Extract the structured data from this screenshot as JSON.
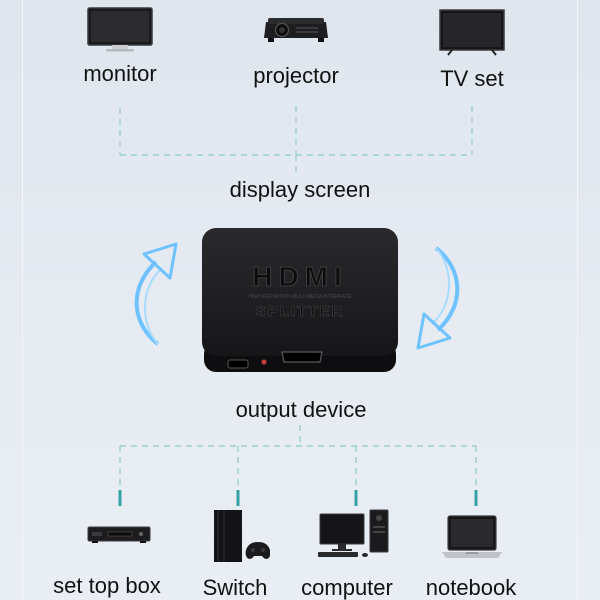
{
  "colors": {
    "background": "#e3e9f0",
    "connector_line": "#9ccfcf",
    "connector_tip": "#34a2a4",
    "arrow": "#6ec2ff",
    "splitter_body": "#1d1d1f"
  },
  "top_devices": [
    {
      "label": "monitor",
      "icon": "monitor-icon"
    },
    {
      "label": "projector",
      "icon": "projector-icon"
    },
    {
      "label": "TV set",
      "icon": "tv-icon"
    }
  ],
  "center": {
    "display_label": "display screen",
    "output_label": "output device",
    "splitter": {
      "brand": "HDMI",
      "subtitle": "HIGH-DEFINITION MULTIMEDIA INTERFACE",
      "name": "SPLITTER",
      "icon": "hdmi-splitter-icon"
    },
    "arrows": [
      "arrow-up-left-icon",
      "arrow-down-right-icon"
    ]
  },
  "bottom_devices": [
    {
      "label": "set top box",
      "icon": "set-top-box-icon"
    },
    {
      "label": "Switch",
      "icon": "game-console-icon"
    },
    {
      "label": "computer",
      "icon": "desktop-computer-icon"
    },
    {
      "label": "notebook",
      "icon": "laptop-icon"
    }
  ]
}
